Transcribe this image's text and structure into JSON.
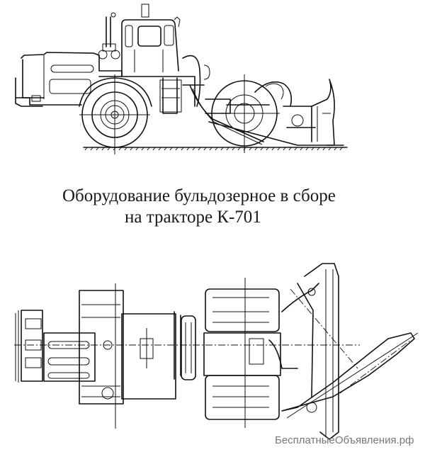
{
  "caption": {
    "line1": "Оборудование бульдозерное в сборе",
    "line2": "на тракторе К-701"
  },
  "watermark": "БесплатныеОбъявления.рф",
  "figures": {
    "side_view": "K-701 tractor with bulldozer equipment, side view",
    "top_view": "K-701 tractor with bulldozer equipment, top (plan) view"
  },
  "colors": {
    "background": "#ffffff",
    "lines": "#111111",
    "watermark": "#777777"
  }
}
